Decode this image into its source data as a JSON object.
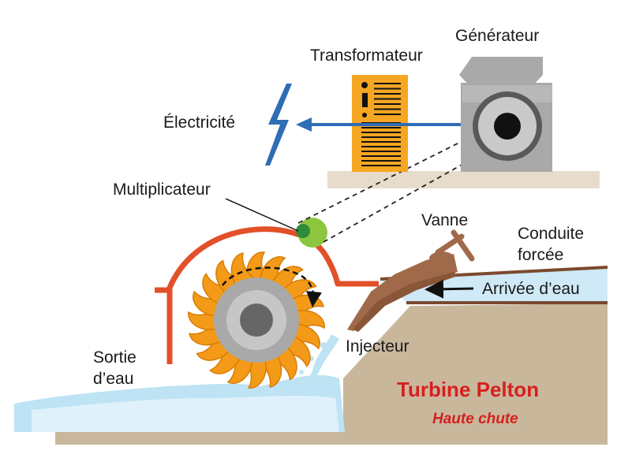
{
  "labels": {
    "generateur": "Générateur",
    "transformateur": "Transformateur",
    "electricite": "Électricité",
    "multiplicateur": "Multiplicateur",
    "vanne": "Vanne",
    "conduite_line1": "Conduite",
    "conduite_line2": "forcée",
    "arrivee": "Arrivée d’eau",
    "injecteur": "Injecteur",
    "sortie_line1": "Sortie",
    "sortie_line2": "d’eau"
  },
  "title": "Turbine Pelton",
  "subtitle": "Haute chute",
  "colors": {
    "turbine_orange": "#f39a18",
    "casing_red": "#e2502a",
    "title_red": "#d71f1f",
    "transformer_orange": "#f5a623",
    "generator_gray": "#a9a9a9",
    "ground_beige": "#c9b79c",
    "water_blue": "#bde3f4",
    "arrow_blue": "#2f6db5",
    "valve_brown": "#a06a4a",
    "multiplier_green": "#8cc63f"
  },
  "icons": [
    "lightning-icon",
    "electricity-arrow-icon",
    "water-flow-arrow-icon",
    "rotation-arrow-icon"
  ]
}
